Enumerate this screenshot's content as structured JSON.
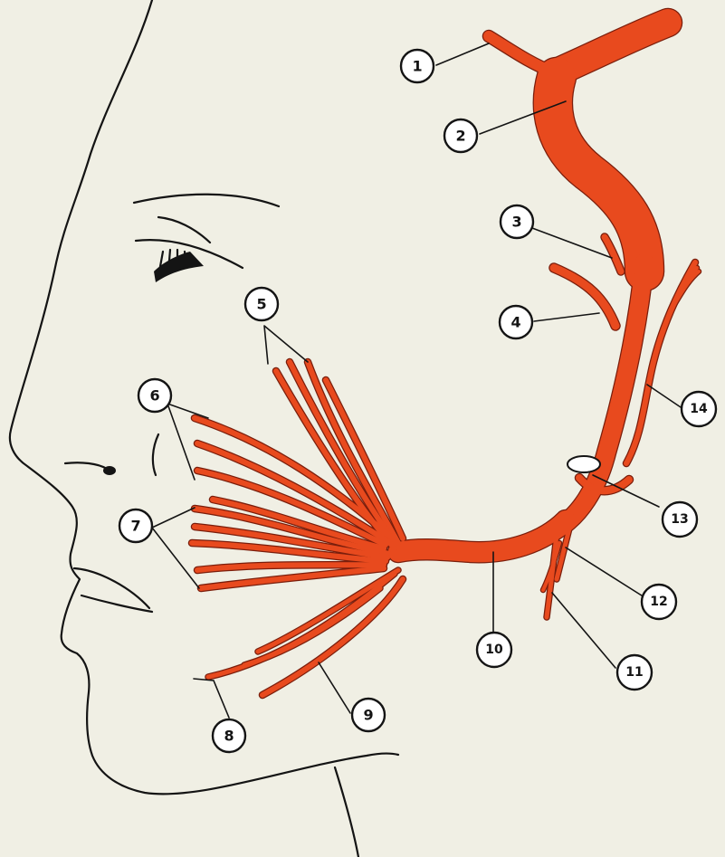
{
  "colors": {
    "background": "#f0efe4",
    "nerve": "#e84a1e",
    "outline": "#141414"
  },
  "callouts": [
    {
      "number": "1"
    },
    {
      "number": "2"
    },
    {
      "number": "3"
    },
    {
      "number": "4"
    },
    {
      "number": "5"
    },
    {
      "number": "6"
    },
    {
      "number": "7"
    },
    {
      "number": "8"
    },
    {
      "number": "9"
    },
    {
      "number": "10"
    },
    {
      "number": "11"
    },
    {
      "number": "12"
    },
    {
      "number": "13"
    },
    {
      "number": "14"
    }
  ]
}
